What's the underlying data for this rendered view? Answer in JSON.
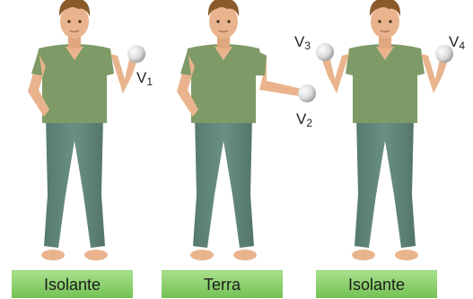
{
  "figures": [
    {
      "name": "boy-1",
      "base_label": "Isolante",
      "spheres": [
        {
          "label": "V",
          "sub": "1"
        }
      ]
    },
    {
      "name": "boy-2",
      "base_label": "Terra",
      "spheres": [
        {
          "label": "V",
          "sub": "2"
        }
      ]
    },
    {
      "name": "boy-3",
      "base_label": "Isolante",
      "spheres": [
        {
          "label": "V",
          "sub": "3"
        },
        {
          "label": "V",
          "sub": "4"
        }
      ]
    }
  ],
  "colors": {
    "shirt": "#7e9a66",
    "pants": "#5f8278",
    "skin": "#e9b48d",
    "hair": "#8a5a2a",
    "base": "#7fc760",
    "sphere": "#e4e4e4"
  }
}
